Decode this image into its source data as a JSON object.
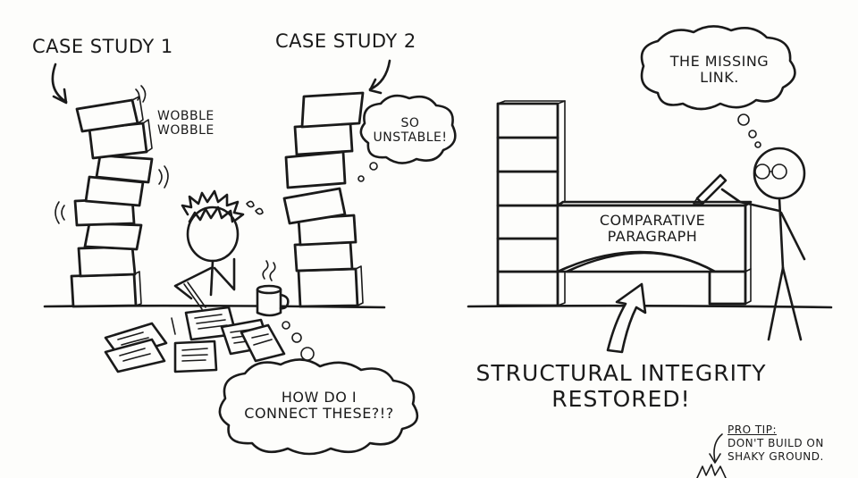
{
  "panel_left": {
    "caption_1": "CASE STUDY 1",
    "caption_2": "CASE STUDY 2",
    "wobble_line_1": "WOBBLE",
    "wobble_line_2": "WOBBLE",
    "unstable_line_1": "SO",
    "unstable_line_2": "UNSTABLE!",
    "question_line_1": "HOW DO I",
    "question_line_2": "CONNECT THESE?!?"
  },
  "panel_right": {
    "thought_line_1": "THE MISSING",
    "thought_line_2": "LINK.",
    "bridge_line_1": "COMPARATIVE",
    "bridge_line_2": "PARAGRAPH",
    "result_line_1": "STRUCTURAL INTEGRITY",
    "result_line_2": "RESTORED!"
  },
  "pro_tip": {
    "heading": "PRO TIP:",
    "line_1": "DON'T BUILD ON",
    "line_2": "SHAKY GROUND."
  }
}
